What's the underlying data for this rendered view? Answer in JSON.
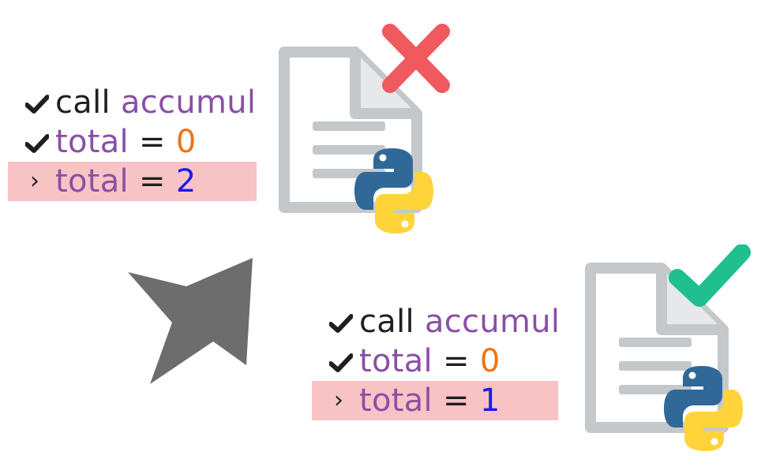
{
  "before": {
    "lines": [
      {
        "marker": "check-icon",
        "prefix": "call",
        "ident": "accumulate",
        "op": "",
        "value": ""
      },
      {
        "marker": "check-icon",
        "prefix": "",
        "ident": "total",
        "op": "=",
        "value": "0"
      },
      {
        "marker": "chevron-right-icon",
        "prefix": "",
        "ident": "total",
        "op": "=",
        "value": "2"
      }
    ],
    "status": "x-mark-icon"
  },
  "after": {
    "lines": [
      {
        "marker": "check-icon",
        "prefix": "call",
        "ident": "accumulate",
        "op": "",
        "value": ""
      },
      {
        "marker": "check-icon",
        "prefix": "",
        "ident": "total",
        "op": "=",
        "value": "0"
      },
      {
        "marker": "chevron-right-icon",
        "prefix": "",
        "ident": "total",
        "op": "=",
        "value": "1"
      }
    ],
    "status": "check-mark-icon"
  },
  "colors": {
    "highlight": "#f8c3c5",
    "identifier": "#8a4fa6",
    "zero_value": "#f07314",
    "result_value": "#1b1bea",
    "error": "#f05a5f",
    "success": "#1fbf8f",
    "python_blue": "#306998",
    "python_yellow": "#ffd43b",
    "document": "#c5c8cb",
    "arrow": "#6d6d6d"
  },
  "chevron_glyph": "›"
}
